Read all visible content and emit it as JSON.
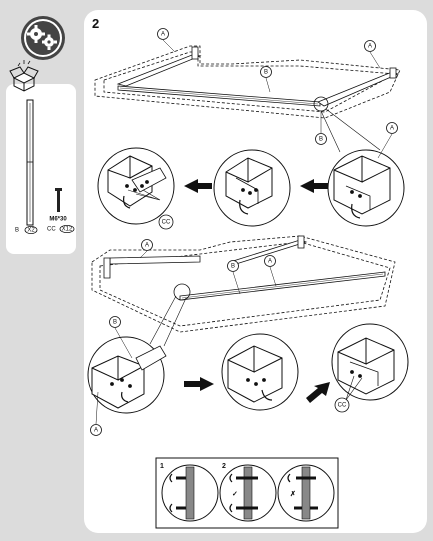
{
  "step": {
    "number": "2"
  },
  "parts": {
    "rod": {
      "letter": "B",
      "quantity": "X2"
    },
    "screw": {
      "spec": "M6*30",
      "letter": "CC",
      "quantity": "X12"
    }
  },
  "callouts": {
    "a": "A",
    "b": "B",
    "cc": "CC"
  },
  "tips": {
    "step1": "1",
    "step2": "2",
    "correct_mark": "✓",
    "wrong_mark": "✗"
  },
  "colors": {
    "panel": "#ffffff",
    "background": "#dcdcdc",
    "line": "#111111",
    "gear_circle": "#444444",
    "hatch": "#555555"
  }
}
